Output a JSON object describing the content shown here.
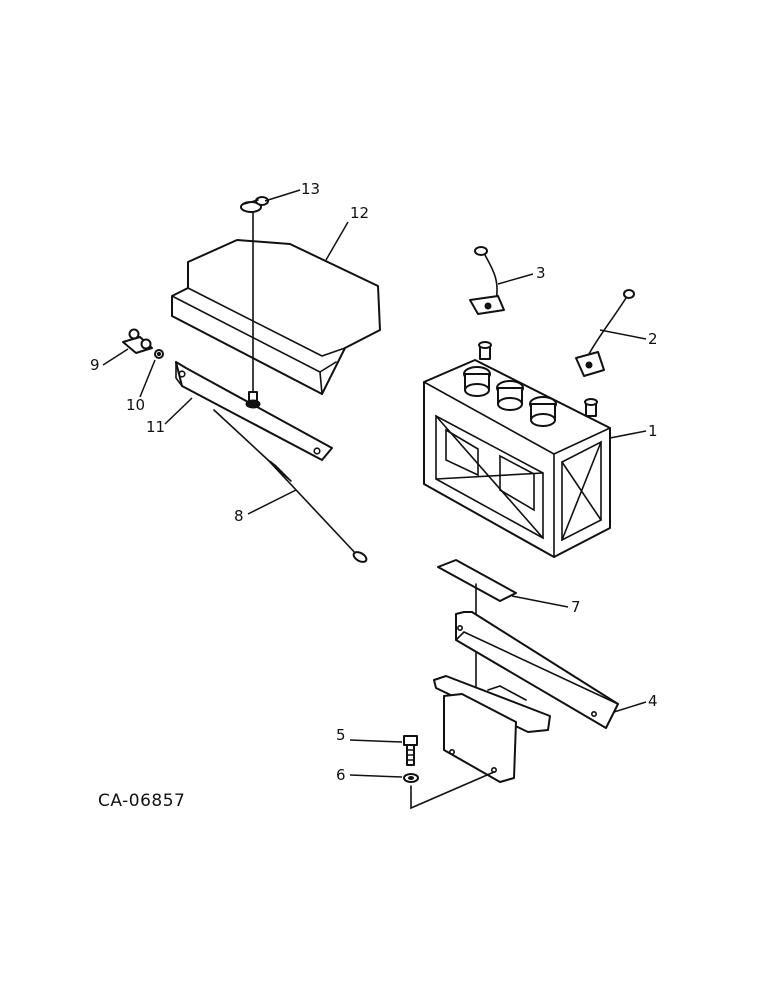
{
  "drawing_number": "CA-06857",
  "callouts": {
    "c1": "1",
    "c2": "2",
    "c3": "3",
    "c4": "4",
    "c5": "5",
    "c6": "6",
    "c7": "7",
    "c8": "8",
    "c9": "9",
    "c10": "10",
    "c11": "11",
    "c12": "12",
    "c13": "13"
  }
}
